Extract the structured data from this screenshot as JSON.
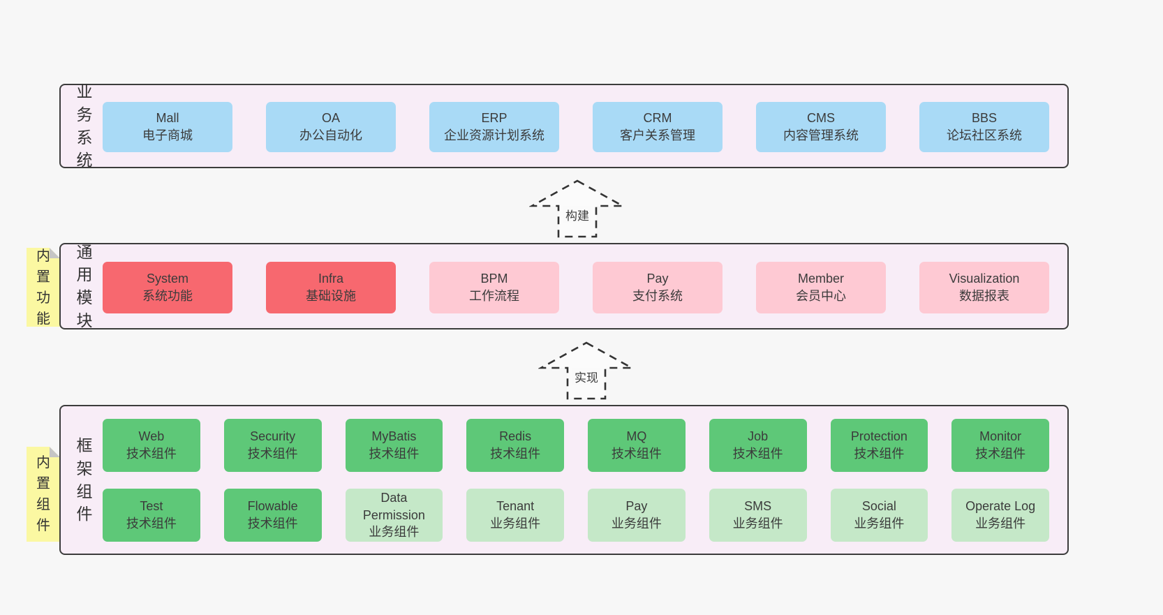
{
  "layers": [
    {
      "label": "业务系统",
      "boxes": [
        {
          "title": "Mall",
          "subtitle": "电子商城"
        },
        {
          "title": "OA",
          "subtitle": "办公自动化"
        },
        {
          "title": "ERP",
          "subtitle": "企业资源计划系统"
        },
        {
          "title": "CRM",
          "subtitle": "客户关系管理"
        },
        {
          "title": "CMS",
          "subtitle": "内容管理系统"
        },
        {
          "title": "BBS",
          "subtitle": "论坛社区系统"
        }
      ]
    },
    {
      "label": "通用模块",
      "sticky": "内置功能",
      "boxes": [
        {
          "title": "System",
          "subtitle": "系统功能"
        },
        {
          "title": "Infra",
          "subtitle": "基础设施"
        },
        {
          "title": "BPM",
          "subtitle": "工作流程"
        },
        {
          "title": "Pay",
          "subtitle": "支付系统"
        },
        {
          "title": "Member",
          "subtitle": "会员中心"
        },
        {
          "title": "Visualization",
          "subtitle": "数据报表"
        }
      ]
    },
    {
      "label": "框架组件",
      "sticky": "内置组件",
      "boxes": [
        {
          "title": "Web",
          "subtitle": "技术组件"
        },
        {
          "title": "Security",
          "subtitle": "技术组件"
        },
        {
          "title": "MyBatis",
          "subtitle": "技术组件"
        },
        {
          "title": "Redis",
          "subtitle": "技术组件"
        },
        {
          "title": "MQ",
          "subtitle": "技术组件"
        },
        {
          "title": "Job",
          "subtitle": "技术组件"
        },
        {
          "title": "Protection",
          "subtitle": "技术组件"
        },
        {
          "title": "Monitor",
          "subtitle": "技术组件"
        },
        {
          "title": "Test",
          "subtitle": "技术组件"
        },
        {
          "title": "Flowable",
          "subtitle": "技术组件"
        },
        {
          "title": "Data Permission",
          "subtitle": "业务组件"
        },
        {
          "title": "Tenant",
          "subtitle": "业务组件"
        },
        {
          "title": "Pay",
          "subtitle": "业务组件"
        },
        {
          "title": "SMS",
          "subtitle": "业务组件"
        },
        {
          "title": "Social",
          "subtitle": "业务组件"
        },
        {
          "title": "Operate Log",
          "subtitle": "业务组件"
        }
      ]
    }
  ],
  "arrows": [
    {
      "label": "构建"
    },
    {
      "label": "实现"
    }
  ],
  "colors": {
    "page_bg": "#f7f7f7",
    "panel_bg": "#f8edf7",
    "panel_border": "#3c3c3c",
    "business_box": "#a9daf6",
    "core_module_box": "#f7686f",
    "optional_module_box": "#fec9d3",
    "tech_component_box": "#5ec878",
    "business_component_box": "#c5e8c8",
    "sticky_note": "#fbf8a2",
    "sticky_fold": "#c5c5c5",
    "text": "#3d3d3d"
  }
}
